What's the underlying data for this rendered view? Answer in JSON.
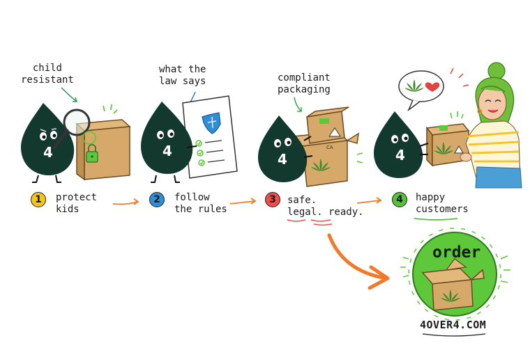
{
  "callouts": {
    "child_resistant": [
      "child",
      "resistant"
    ],
    "what_law_says": [
      "what the",
      "law says"
    ],
    "compliant_packaging": [
      "compliant",
      "packaging"
    ]
  },
  "mascot_number": "4",
  "steps": [
    {
      "number": "1",
      "lines": [
        "protect",
        "kids"
      ],
      "color": "#f5c518"
    },
    {
      "number": "2",
      "lines": [
        "follow",
        "the rules"
      ],
      "color": "#2e8fd8"
    },
    {
      "number": "3",
      "lines": [
        "safe.",
        "legal. ready."
      ],
      "color": "#ef4d4d"
    },
    {
      "number": "4",
      "lines": [
        "happy",
        "customers"
      ],
      "color": "#55c23a"
    }
  ],
  "order": {
    "label": "order",
    "website": "4OVER4.COM"
  },
  "box_mark": "CA",
  "colors": {
    "mascot": "#13382e",
    "box": "#d6a96a",
    "box_dark": "#b9894d",
    "arrow": "#f07a2a",
    "green": "#5cc83a",
    "hair": "#6fbf3a"
  },
  "icons": [
    "magnifying-glass-icon",
    "lock-icon",
    "shield-scales-icon",
    "checklist-icon",
    "cannabis-leaf-icon",
    "heart-icon",
    "speech-bubble-icon"
  ]
}
